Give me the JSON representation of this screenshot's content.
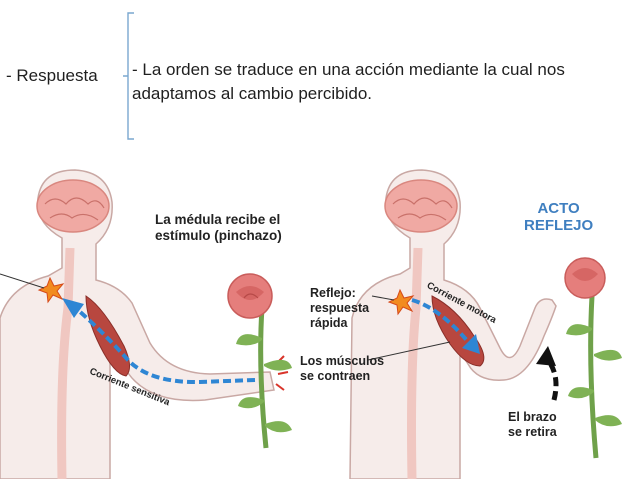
{
  "slide": {
    "term": "- Respuesta",
    "definition": "- La orden se traduce en una acción mediante la cual nos adaptamos al cambio percibido."
  },
  "figure": {
    "left_panel": {
      "caption_lines": [
        "La médula recibe el",
        "estímulo (pinchazo)"
      ],
      "pathway_label": "Corriente sensitiva"
    },
    "right_panel": {
      "title_lines": [
        "ACTO",
        "REFLEJO"
      ],
      "reflex_lines": [
        "Reflejo:",
        "respuesta",
        "rápida"
      ],
      "motor_label": "Corriente motora",
      "muscles_lines": [
        "Los músculos",
        "se contraen"
      ],
      "arm_lines": [
        "El brazo",
        "se retira"
      ]
    },
    "colors": {
      "title": "#3f7fc0",
      "pathway": "#2e86d4",
      "brain": "#f0a9a3",
      "muscle": "#b8473f",
      "skin": "#f6ecea",
      "outline": "#c9a8a4",
      "rose": "#e57e7c",
      "stem": "#6fa14a"
    },
    "icons": [
      "brain-icon",
      "rose-icon",
      "spark-icon",
      "retract-arrow-icon"
    ]
  }
}
